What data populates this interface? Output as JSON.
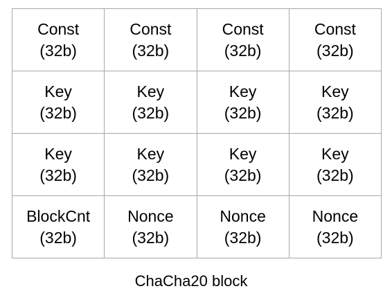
{
  "block": {
    "rows": [
      [
        {
          "name": "Const",
          "size": "(32b)"
        },
        {
          "name": "Const",
          "size": "(32b)"
        },
        {
          "name": "Const",
          "size": "(32b)"
        },
        {
          "name": "Const",
          "size": "(32b)"
        }
      ],
      [
        {
          "name": "Key",
          "size": "(32b)"
        },
        {
          "name": "Key",
          "size": "(32b)"
        },
        {
          "name": "Key",
          "size": "(32b)"
        },
        {
          "name": "Key",
          "size": "(32b)"
        }
      ],
      [
        {
          "name": "Key",
          "size": "(32b)"
        },
        {
          "name": "Key",
          "size": "(32b)"
        },
        {
          "name": "Key",
          "size": "(32b)"
        },
        {
          "name": "Key",
          "size": "(32b)"
        }
      ],
      [
        {
          "name": "BlockCnt",
          "size": "(32b)"
        },
        {
          "name": "Nonce",
          "size": "(32b)"
        },
        {
          "name": "Nonce",
          "size": "(32b)"
        },
        {
          "name": "Nonce",
          "size": "(32b)"
        }
      ]
    ]
  },
  "caption": "ChaCha20 block",
  "colors": {
    "grid_line": "#a8a8a8",
    "text": "#000000",
    "background": "#ffffff"
  }
}
